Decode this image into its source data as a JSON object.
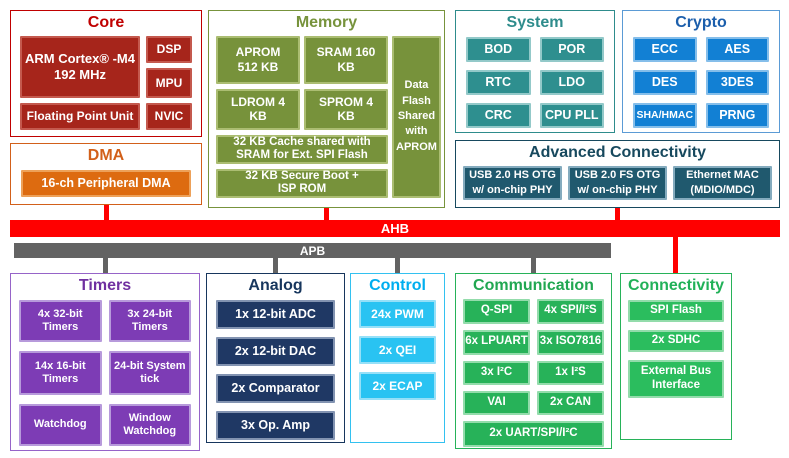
{
  "buses": {
    "ahb": "AHB",
    "apb": "APB"
  },
  "blocks": {
    "core": {
      "title": "Core",
      "cpu": "ARM Cortex® -M4 192 MHz",
      "dsp": "DSP",
      "mpu": "MPU",
      "fpu": "Floating Point Unit",
      "nvic": "NVIC"
    },
    "dma": {
      "title": "DMA",
      "item": "16-ch Peripheral DMA"
    },
    "memory": {
      "title": "Memory",
      "aprom": "APROM 512 KB",
      "sram": "SRAM 160 KB",
      "ldrom": "LDROM 4 KB",
      "sprom": "SPROM 4 KB",
      "cache": "32 KB Cache shared with SRAM for Ext. SPI Flash",
      "boot": "32 KB Secure Boot + ISP ROM",
      "dataflash": "Data Flash Shared with APROM"
    },
    "system": {
      "title": "System",
      "items": [
        "BOD",
        "POR",
        "RTC",
        "LDO",
        "CRC",
        "CPU PLL"
      ]
    },
    "crypto": {
      "title": "Crypto",
      "items": [
        "ECC",
        "AES",
        "DES",
        "3DES",
        "SHA/HMAC",
        "PRNG"
      ]
    },
    "advconn": {
      "title": "Advanced Connectivity",
      "items": [
        "USB 2.0 HS OTG w/ on-chip PHY",
        "USB 2.0 FS OTG w/ on-chip PHY",
        "Ethernet MAC (MDIO/MDC)"
      ]
    },
    "timers": {
      "title": "Timers",
      "items": [
        "4x 32-bit Timers",
        "3x 24-bit Timers",
        "14x 16-bit Timers",
        "24-bit System tick",
        "Watchdog",
        "Window Watchdog"
      ]
    },
    "analog": {
      "title": "Analog",
      "items": [
        "1x 12-bit ADC",
        "2x 12-bit DAC",
        "2x Comparator",
        "3x Op. Amp"
      ]
    },
    "control": {
      "title": "Control",
      "items": [
        "24x PWM",
        "2x QEI",
        "2x ECAP"
      ]
    },
    "communication": {
      "title": "Communication",
      "items": [
        "Q-SPI",
        "4x SPI/I²S",
        "6x LPUART",
        "3x ISO7816",
        "3x I²C",
        "1x I²S",
        "VAI",
        "2x CAN",
        "2x UART/SPI/I²C"
      ]
    },
    "connectivity": {
      "title": "Connectivity",
      "items": [
        "SPI Flash",
        "2x SDHC",
        "External Bus Interface"
      ]
    }
  },
  "colors": {
    "core": {
      "border": "#C00000",
      "title": "#C00000",
      "box": "#A6251B",
      "boxborder": "#C4594E"
    },
    "dma": {
      "border": "#D2601A",
      "title": "#D2601A",
      "box": "#DD6B10",
      "boxborder": "#EDA159"
    },
    "memory": {
      "border": "#77933C",
      "title": "#77933C",
      "box": "#77923B",
      "boxborder": "#ABBD72"
    },
    "system": {
      "border": "#2E8C8C",
      "title": "#2E8C8C",
      "box": "#2E8F8F",
      "boxborder": "#93C9C9"
    },
    "crypto": {
      "border": "#5B9BD5",
      "title": "#1C5FAC",
      "box": "#1280D4",
      "boxborder": "#85BEEA"
    },
    "advconn": {
      "border": "#17495E",
      "title": "#17495E",
      "box": "#20596E",
      "boxborder": "#84ABBE"
    },
    "timers": {
      "border": "#9664C8",
      "title": "#7030A0",
      "box": "#7D3CB5",
      "boxborder": "#B79ADB"
    },
    "analog": {
      "border": "#17365D",
      "title": "#17365D",
      "box": "#1F3864",
      "boxborder": "#8293B1"
    },
    "control": {
      "border": "#33C1F0",
      "title": "#00AEEF",
      "box": "#29C3F2",
      "boxborder": "#95E0F8"
    },
    "communication": {
      "border": "#27B259",
      "title": "#21A751",
      "box": "#27B259",
      "boxborder": "#93DCAB"
    },
    "connectivity": {
      "border": "#27B259",
      "title": "#21B158",
      "box": "#2BBD5E",
      "boxborder": "#93DCAB"
    },
    "bus": {
      "ahb": "#FF0000",
      "apb": "#636363",
      "label": "#FFFFFF"
    }
  }
}
